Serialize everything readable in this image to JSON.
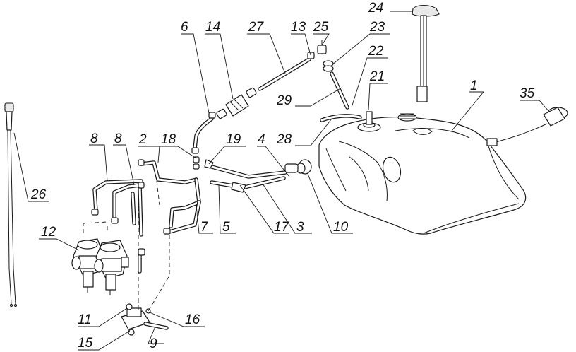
{
  "diagram": {
    "callouts": [
      {
        "id": "c1",
        "label": "1"
      },
      {
        "id": "c2",
        "label": "2"
      },
      {
        "id": "c3",
        "label": "3"
      },
      {
        "id": "c4",
        "label": "4"
      },
      {
        "id": "c5",
        "label": "5"
      },
      {
        "id": "c6",
        "label": "6"
      },
      {
        "id": "c7",
        "label": "7"
      },
      {
        "id": "c8a",
        "label": "8"
      },
      {
        "id": "c8b",
        "label": "8"
      },
      {
        "id": "c9",
        "label": "9"
      },
      {
        "id": "c10",
        "label": "10"
      },
      {
        "id": "c11",
        "label": "11"
      },
      {
        "id": "c12",
        "label": "12"
      },
      {
        "id": "c13",
        "label": "13"
      },
      {
        "id": "c14",
        "label": "14"
      },
      {
        "id": "c15",
        "label": "15"
      },
      {
        "id": "c16",
        "label": "16"
      },
      {
        "id": "c17",
        "label": "17"
      },
      {
        "id": "c18",
        "label": "18"
      },
      {
        "id": "c19",
        "label": "19"
      },
      {
        "id": "c21",
        "label": "21"
      },
      {
        "id": "c22",
        "label": "22"
      },
      {
        "id": "c23",
        "label": "23"
      },
      {
        "id": "c24",
        "label": "24"
      },
      {
        "id": "c25",
        "label": "25"
      },
      {
        "id": "c26",
        "label": "26"
      },
      {
        "id": "c27",
        "label": "27"
      },
      {
        "id": "c28",
        "label": "28"
      },
      {
        "id": "c29",
        "label": "29"
      },
      {
        "id": "c35",
        "label": "35"
      }
    ]
  }
}
